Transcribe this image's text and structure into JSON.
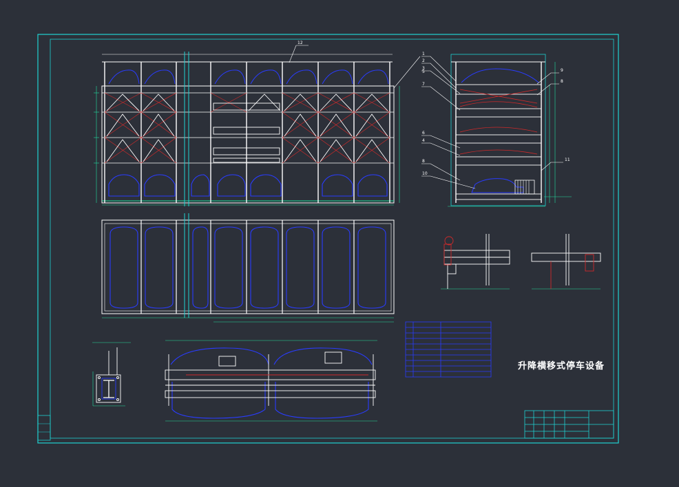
{
  "drawing": {
    "title": "升降横移式停车设备"
  },
  "callouts": [
    "1",
    "2",
    "3",
    "5",
    "7",
    "9",
    "8",
    "6",
    "4",
    "8",
    "10",
    "11",
    "12"
  ],
  "colors": {
    "background": "#2c3039",
    "frame": "#1fd3d3",
    "structure": "#ffffff",
    "car": "#2a3cff",
    "hatch": "#d02a2a",
    "dimension": "#22e0a0",
    "accent": "#e0c020"
  }
}
